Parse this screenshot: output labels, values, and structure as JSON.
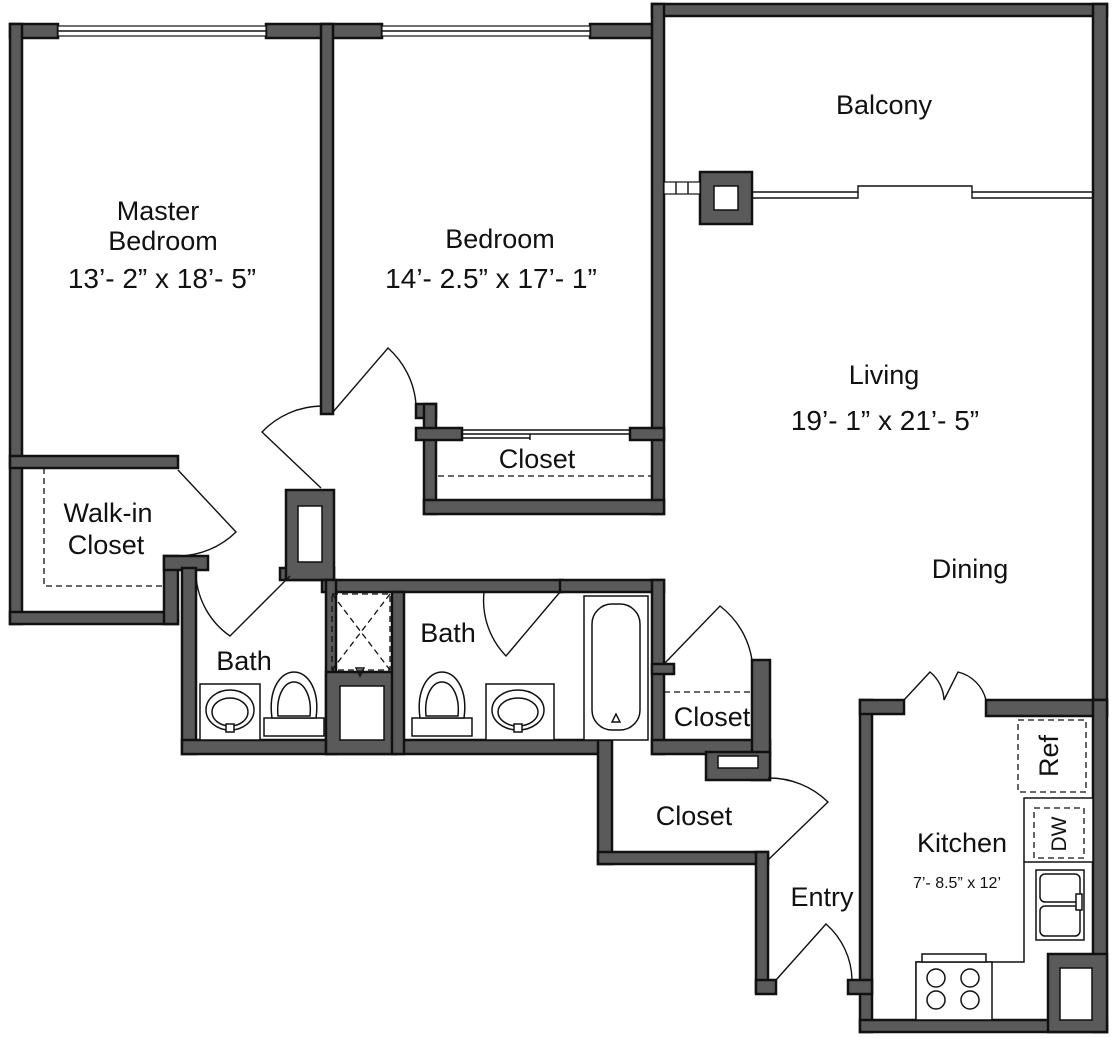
{
  "rooms": {
    "master_bedroom": {
      "name_line1": "Master",
      "name_line2": "Bedroom",
      "dims": "13’- 2” x 18’- 5”"
    },
    "bedroom": {
      "name": "Bedroom",
      "dims": "14’- 2.5” x 17’- 1”"
    },
    "balcony": {
      "name": "Balcony"
    },
    "living": {
      "name": "Living",
      "dims": "19’- 1” x 21’- 5”"
    },
    "dining": {
      "name": "Dining"
    },
    "walk_in_closet": {
      "name_line1": "Walk-in",
      "name_line2": "Closet"
    },
    "bedroom_closet": {
      "name": "Closet"
    },
    "bath_master": {
      "name": "Bath"
    },
    "bath_hall": {
      "name": "Bath"
    },
    "hall_closet": {
      "name": "Closet"
    },
    "entry_closet": {
      "name": "Closet"
    },
    "entry": {
      "name": "Entry"
    },
    "kitchen": {
      "name": "Kitchen",
      "dims": "7’- 8.5” x 12’"
    }
  },
  "appliances": {
    "refrigerator": "Ref",
    "dishwasher": "DW"
  }
}
